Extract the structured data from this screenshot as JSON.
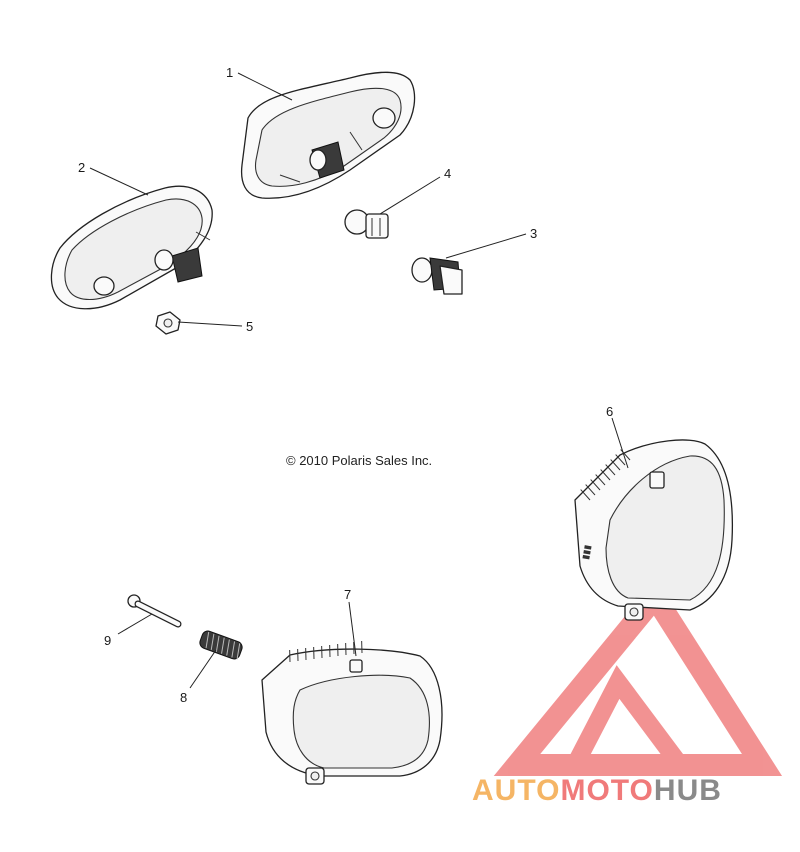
{
  "copyright": "© 2010 Polaris Sales Inc.",
  "callouts": [
    "1",
    "2",
    "3",
    "4",
    "5",
    "6",
    "7",
    "8",
    "9"
  ],
  "watermark": {
    "word_a": "AUTO",
    "word_b": "MOTO",
    "word_c": "HUB",
    "color_a": "#f5b565",
    "color_b": "#f07a7a",
    "color_c": "#8a8a8a",
    "mark_color": "#f08080"
  }
}
